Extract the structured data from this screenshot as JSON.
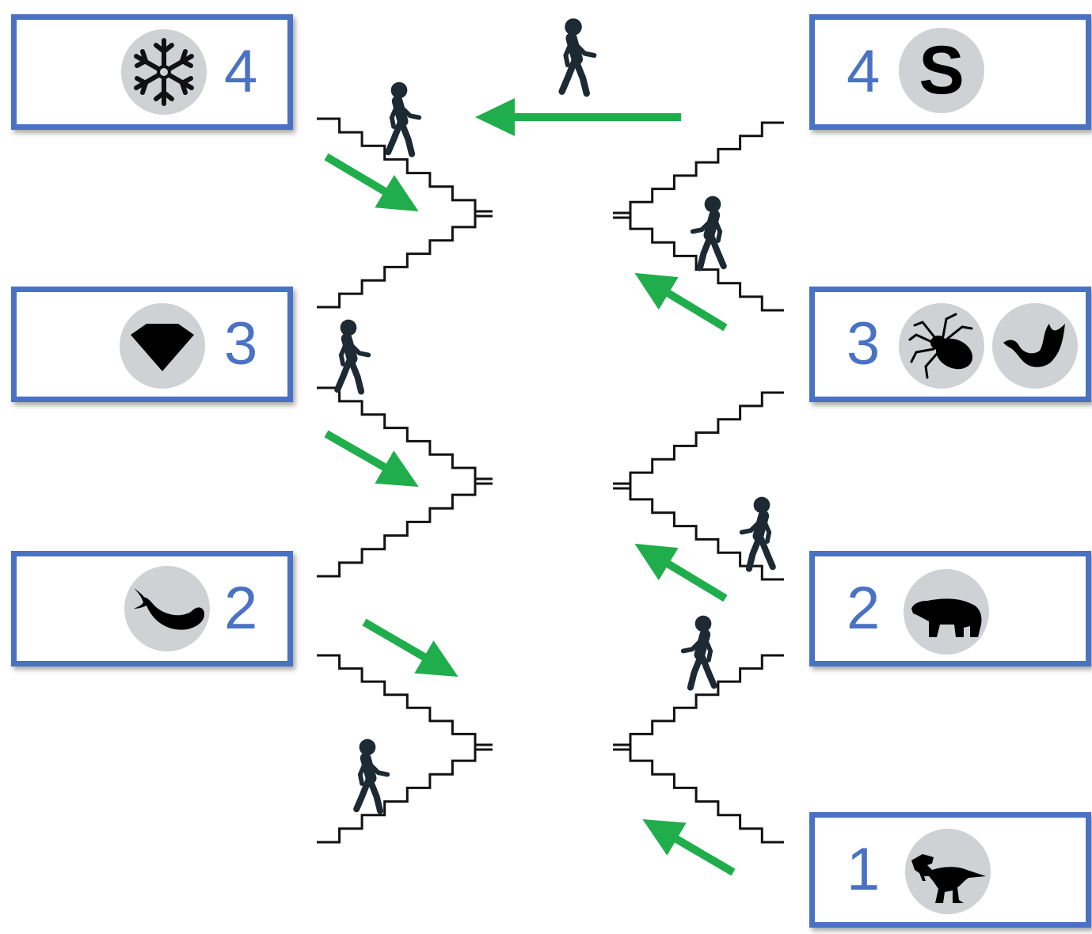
{
  "colors": {
    "box_border": "#4a72c4",
    "number": "#4a72c4",
    "arrow": "#1fae4b",
    "icon_bg": "#cfd1d4",
    "stairs": "#111111",
    "person": "#1d2a33"
  },
  "left_levels": [
    {
      "number": "4",
      "icon": "snowflake-icon"
    },
    {
      "number": "3",
      "icon": "diamond-icon"
    },
    {
      "number": "2",
      "icon": "whale-icon"
    }
  ],
  "right_levels": [
    {
      "number": "4",
      "icon": "s-logo-icon",
      "glyph": "S"
    },
    {
      "number": "3",
      "icon": "spider-icon",
      "icon2": "swan-icon"
    },
    {
      "number": "2",
      "icon": "polar-bear-icon"
    },
    {
      "number": "1",
      "icon": "dinosaur-icon"
    }
  ]
}
